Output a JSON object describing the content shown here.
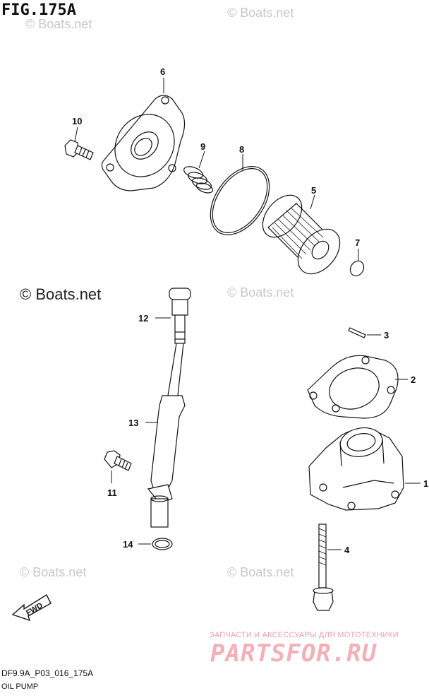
{
  "figure": {
    "title": "FIG.175A",
    "code": "DF9.9A_P03_016_175A",
    "subtitle": "OIL PUMP"
  },
  "watermarks": {
    "small": "© Boats.net",
    "large": "© Boats.net"
  },
  "branding": {
    "tagline": "ЗАПЧАСТИ И АКСЕССУАРЫ ДЛЯ МОТОТЕХНИКИ",
    "logo": "PARTSFOR.RU",
    "logo_color": "#f3b0b8"
  },
  "direction_arrow": "FWD",
  "callouts": [
    "1",
    "2",
    "3",
    "4",
    "5",
    "6",
    "7",
    "8",
    "9",
    "10",
    "11",
    "12",
    "13",
    "14"
  ]
}
